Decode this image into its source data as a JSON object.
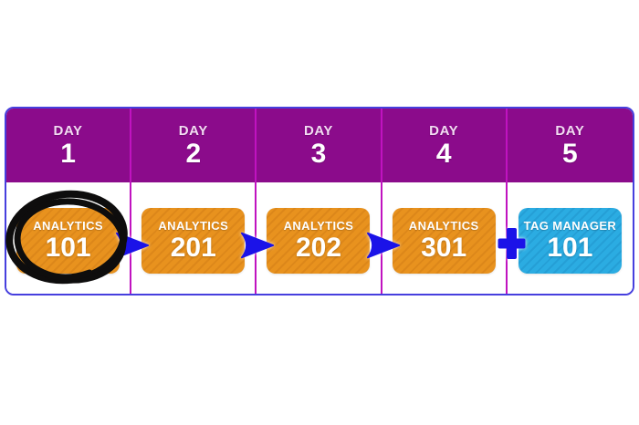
{
  "colors": {
    "header_purple": "#8B0B8B",
    "divider_magenta": "#C013C0",
    "table_border_blue": "#463FDE",
    "course_orange": "#E8921E",
    "course_lightblue": "#2BACE2",
    "connector_blue": "#1B13E8",
    "annotation_black": "#0E0D0D",
    "header_text": "#F2DCF2"
  },
  "schedule": {
    "columns": [
      {
        "day_label": "DAY",
        "day_number": "1",
        "course": {
          "name": "ANALYTICS",
          "number": "101",
          "style": "orange"
        }
      },
      {
        "day_label": "DAY",
        "day_number": "2",
        "course": {
          "name": "ANALYTICS",
          "number": "201",
          "style": "orange"
        }
      },
      {
        "day_label": "DAY",
        "day_number": "3",
        "course": {
          "name": "ANALYTICS",
          "number": "202",
          "style": "orange"
        }
      },
      {
        "day_label": "DAY",
        "day_number": "4",
        "course": {
          "name": "ANALYTICS",
          "number": "301",
          "style": "orange"
        }
      },
      {
        "day_label": "DAY",
        "day_number": "5",
        "course": {
          "name": "TAG MANAGER",
          "number": "101",
          "style": "lightblue"
        }
      }
    ],
    "connectors": [
      {
        "type": "arrow"
      },
      {
        "type": "arrow"
      },
      {
        "type": "arrow"
      },
      {
        "type": "plus"
      }
    ],
    "annotation": {
      "type": "hand-drawn-circle",
      "highlights": "ANALYTICS 101"
    }
  }
}
